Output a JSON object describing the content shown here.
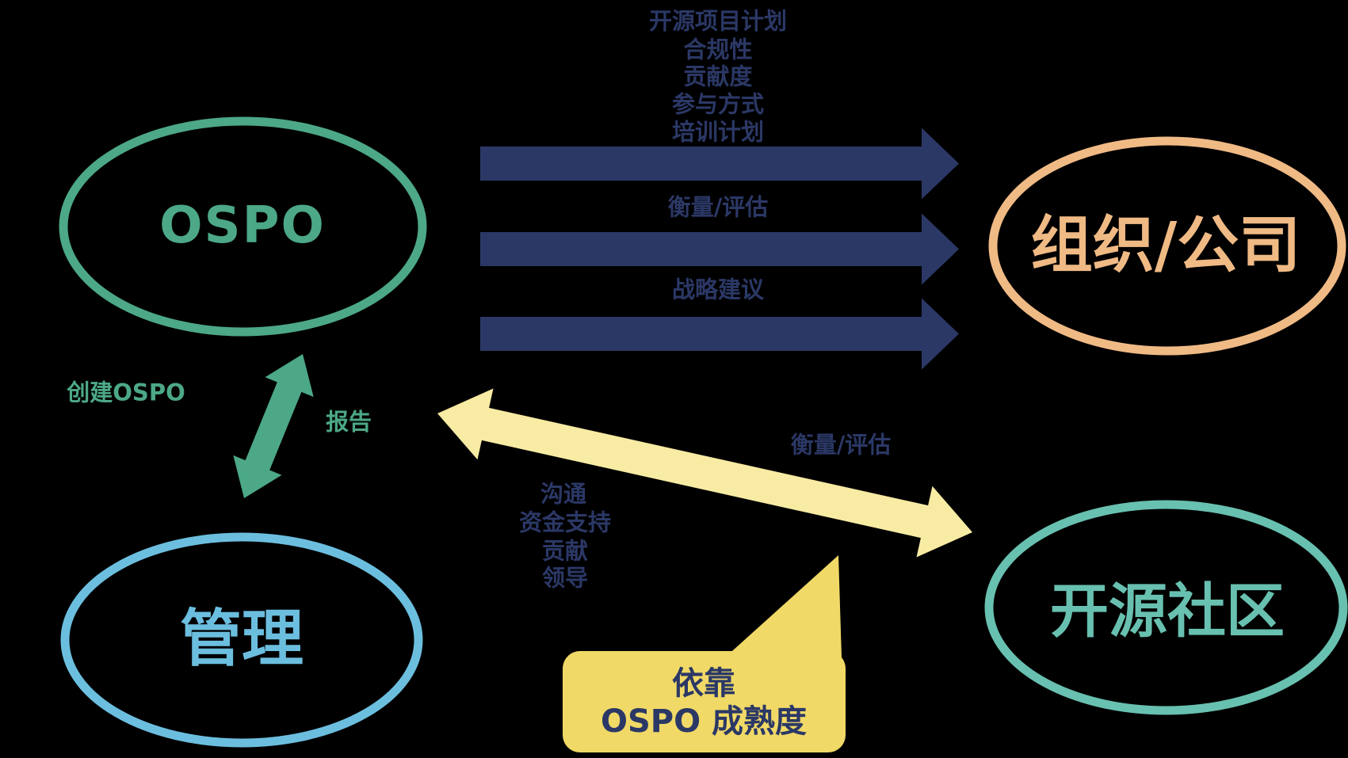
{
  "palette": {
    "background": "#000000",
    "navy": "#2b3866",
    "green": "#4ca886",
    "blue": "#6cbedf",
    "teal": "#68c0b0",
    "orange": "#f0ba85",
    "arrow_yellow": "#f8eba3",
    "callout_yellow": "#f0d966"
  },
  "nodes": {
    "ospo": {
      "label": "OSPO"
    },
    "organization": {
      "label": "组织/公司"
    },
    "management": {
      "label": "管理"
    },
    "community": {
      "label": "开源社区"
    }
  },
  "ospo_to_organization": {
    "topics": [
      "开源项目计划",
      "合规性",
      "贡献度",
      "参与方式",
      "培训计划"
    ],
    "arrow2_label": "衡量/评估",
    "arrow3_label": "战略建议"
  },
  "ospo_management": {
    "create_label": "创建OSPO",
    "report_label": "报告"
  },
  "ospo_community": {
    "support_items": [
      "沟通",
      "资金支持",
      "贡献",
      "领导"
    ],
    "measure_label": "衡量/评估"
  },
  "callout": {
    "line1": "依靠",
    "line2": "OSPO 成熟度"
  }
}
